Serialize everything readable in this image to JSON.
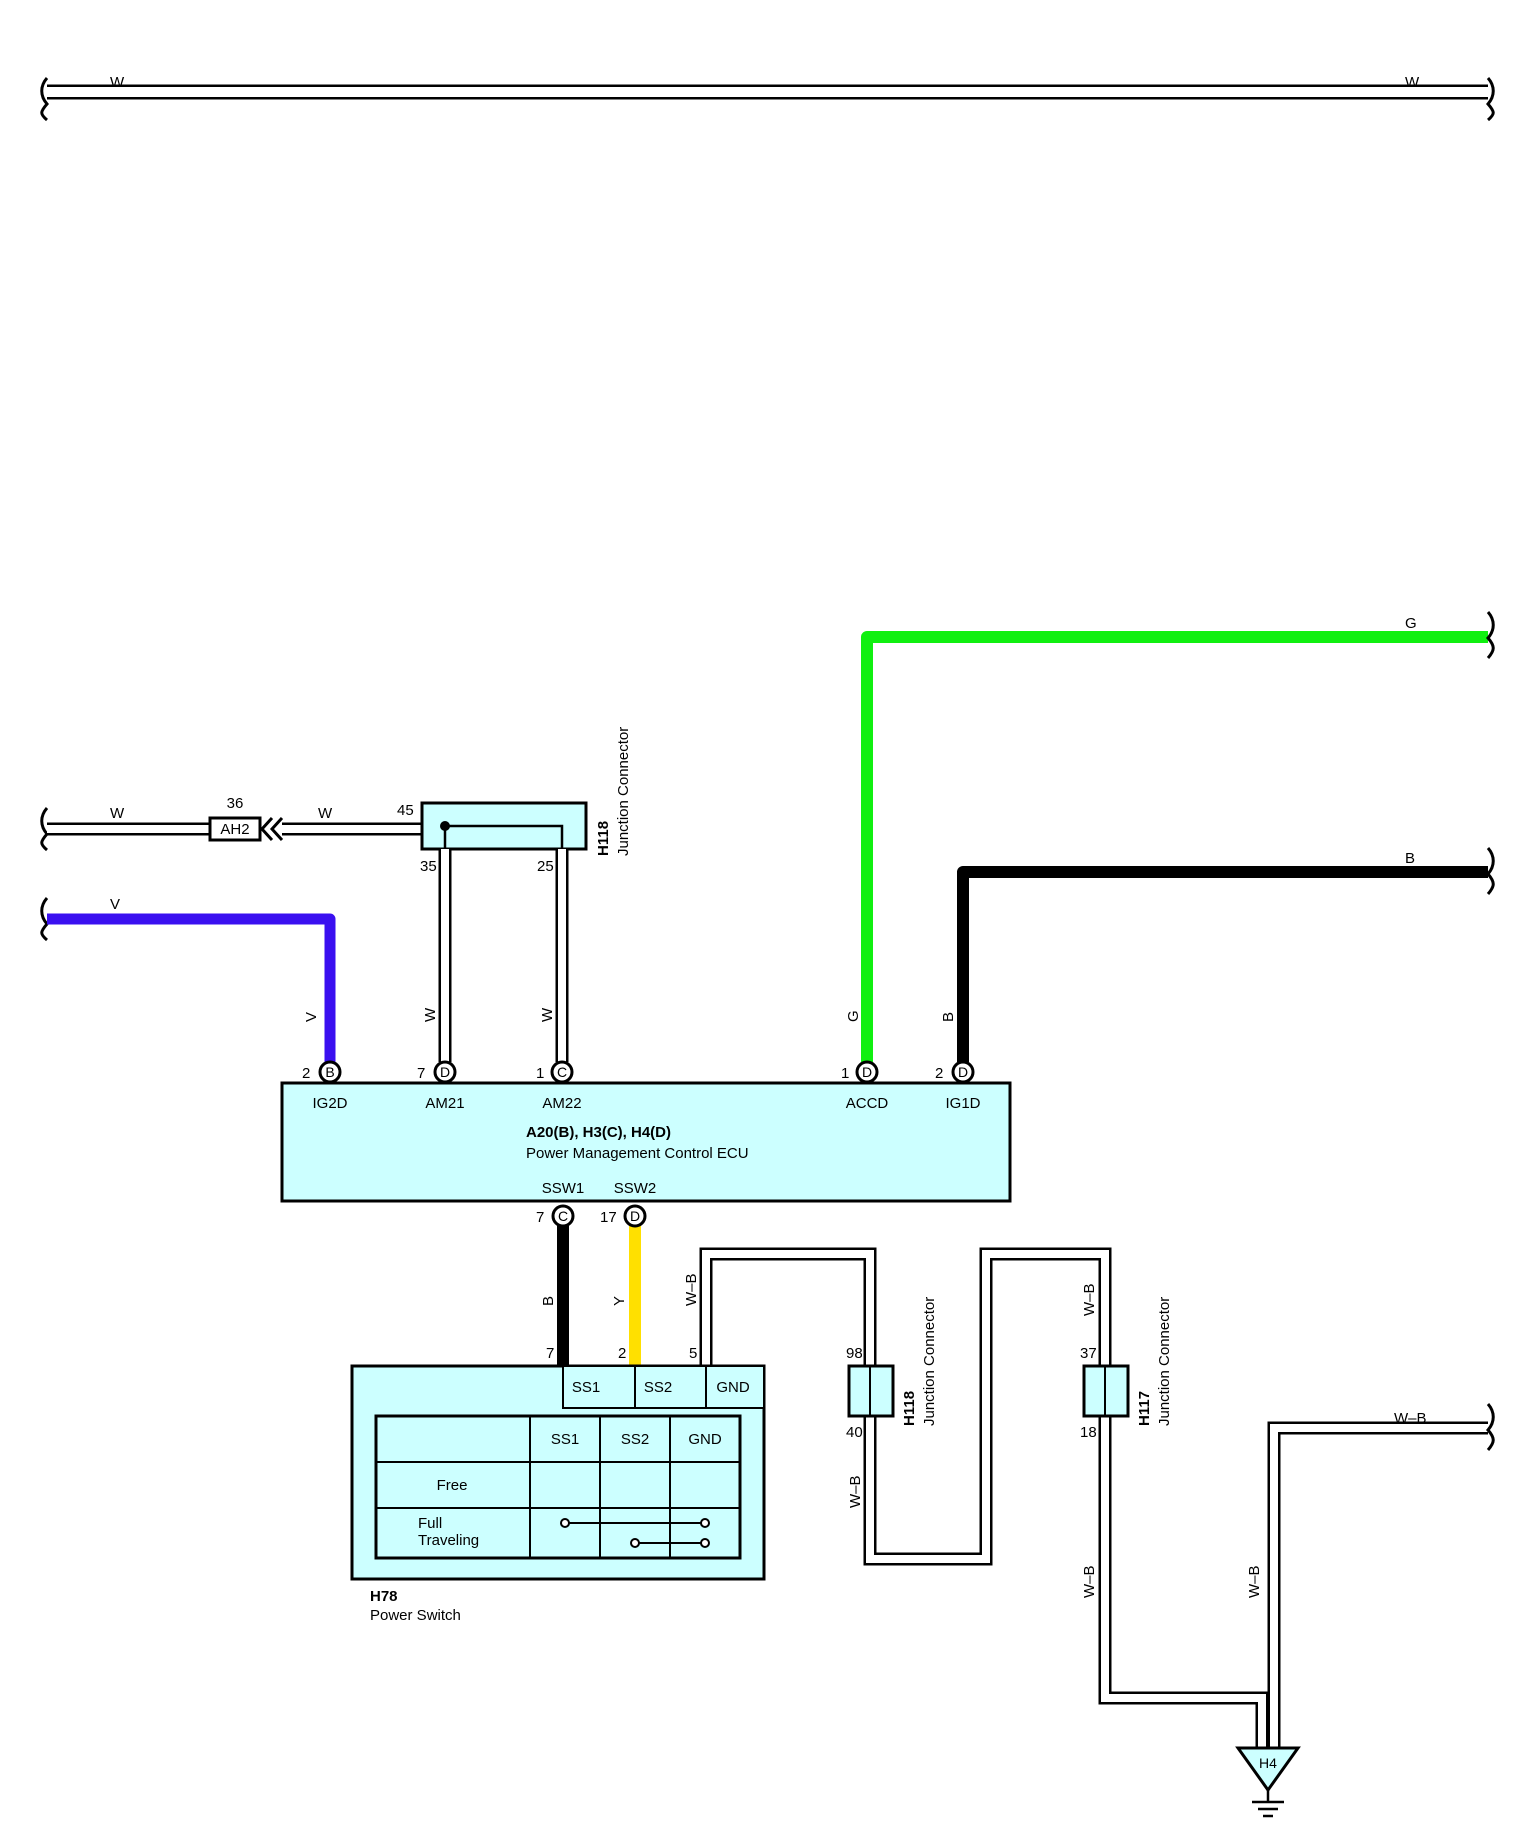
{
  "wire_colors": {
    "W": "#ffffff",
    "V": "#3a10f0",
    "G": "#10f010",
    "B": "#000000",
    "Y": "#ffe000",
    "W-B": "#ffffff"
  },
  "fill_color": "#ccffff",
  "top_wire": {
    "label_left": "W",
    "label_right": "W"
  },
  "ah2": {
    "pin": "36",
    "name": "AH2"
  },
  "w_label_1": "W",
  "w_label_2": "W",
  "v_label_top": "V",
  "v_label_vert": "V",
  "h118_top": {
    "pin_in": "45",
    "pin_a": "35",
    "pin_b": "25",
    "code": "H118",
    "desc": "Junction Connector"
  },
  "am21_wire_label": "W",
  "am22_wire_label": "W",
  "g_wire": {
    "label_right": "G",
    "label_vert": "G"
  },
  "b_wire": {
    "label_right": "B",
    "label_vert": "B"
  },
  "ecu": {
    "title": "A20(B), H3(C), H4(D)",
    "name": "Power Management Control ECU",
    "top_pins": [
      {
        "num": "2",
        "conn": "B",
        "name": "IG2D"
      },
      {
        "num": "7",
        "conn": "D",
        "name": "AM21"
      },
      {
        "num": "1",
        "conn": "C",
        "name": "AM22"
      },
      {
        "num": "1",
        "conn": "D",
        "name": "ACCD"
      },
      {
        "num": "2",
        "conn": "D",
        "name": "IG1D"
      }
    ],
    "bottom_pins": [
      {
        "num": "7",
        "conn": "C",
        "name": "SSW1"
      },
      {
        "num": "17",
        "conn": "D",
        "name": "SSW2"
      }
    ]
  },
  "ssw_wires": {
    "b_label": "B",
    "y_label": "Y",
    "wb_label": "W–B"
  },
  "power_switch": {
    "code": "H78",
    "name": "Power Switch",
    "pins": [
      {
        "num": "7",
        "name": "SS1"
      },
      {
        "num": "2",
        "name": "SS2"
      },
      {
        "num": "5",
        "name": "GND"
      }
    ],
    "table_headers": [
      "SS1",
      "SS2",
      "GND"
    ],
    "rows": [
      "Free",
      "Full\nTraveling"
    ]
  },
  "h118_bottom": {
    "pin_top": "98",
    "pin_bottom": "40",
    "code": "H118",
    "desc": "Junction Connector",
    "wire_label": "W–B"
  },
  "h117": {
    "pin_top": "37",
    "pin_bottom": "18",
    "code": "H117",
    "desc": "Junction Connector",
    "wire_label_top": "W–B",
    "wire_label_bottom": "W–B"
  },
  "ground": {
    "name": "H4",
    "wire_label": "W–B",
    "wire_label_right": "W–B"
  }
}
